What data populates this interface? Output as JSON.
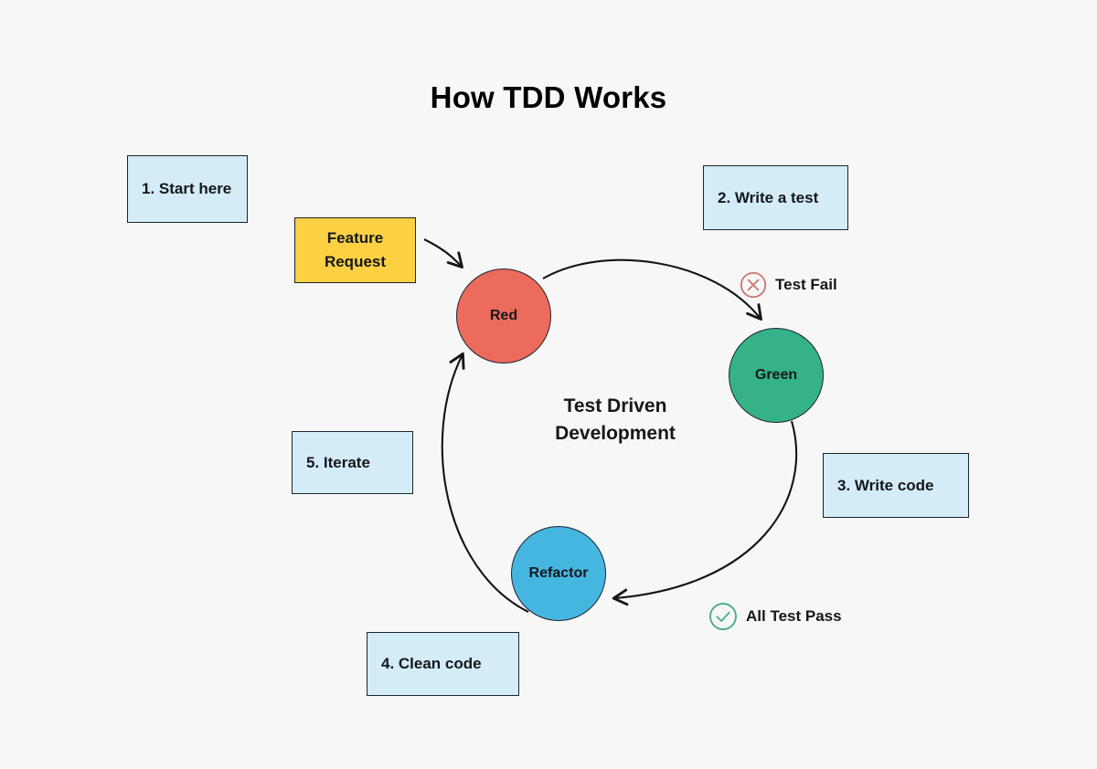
{
  "title": "How TDD Works",
  "background_color": "#f7f7f7",
  "center_label": {
    "line1": "Test Driven",
    "line2": "Development"
  },
  "nodes": [
    {
      "id": "red",
      "label": "Red",
      "color": "#ec6b5c"
    },
    {
      "id": "green",
      "label": "Green",
      "color": "#35b288"
    },
    {
      "id": "refactor",
      "label": "Refactor",
      "color": "#45b6e0"
    }
  ],
  "boxes": [
    {
      "id": "start",
      "label": "1. Start here",
      "color": "#d3ecf7"
    },
    {
      "id": "feature",
      "line1": "Feature",
      "line2": "Request",
      "color": "#fcd043"
    },
    {
      "id": "write-a-test",
      "label": "2. Write a test",
      "color": "#d3ecf7"
    },
    {
      "id": "write-code",
      "label": "3. Write code",
      "color": "#d3ecf7"
    },
    {
      "id": "clean-code",
      "label": "4. Clean code",
      "color": "#d3ecf7"
    },
    {
      "id": "iterate",
      "label": "5. Iterate",
      "color": "#d3ecf7"
    }
  ],
  "markers": [
    {
      "id": "test-fail",
      "label": "Test Fail",
      "icon": "circle-x-icon",
      "color": "#cd7b72"
    },
    {
      "id": "all-test-pass",
      "label": "All Test Pass",
      "icon": "circle-check-icon",
      "color": "#4cae8a"
    }
  ],
  "arrows": [
    {
      "id": "feature-to-red",
      "from": "feature",
      "to": "red"
    },
    {
      "id": "red-to-green",
      "from": "red",
      "to": "green"
    },
    {
      "id": "green-to-refactor",
      "from": "green",
      "to": "refactor"
    },
    {
      "id": "refactor-to-red",
      "from": "refactor",
      "to": "red"
    }
  ]
}
